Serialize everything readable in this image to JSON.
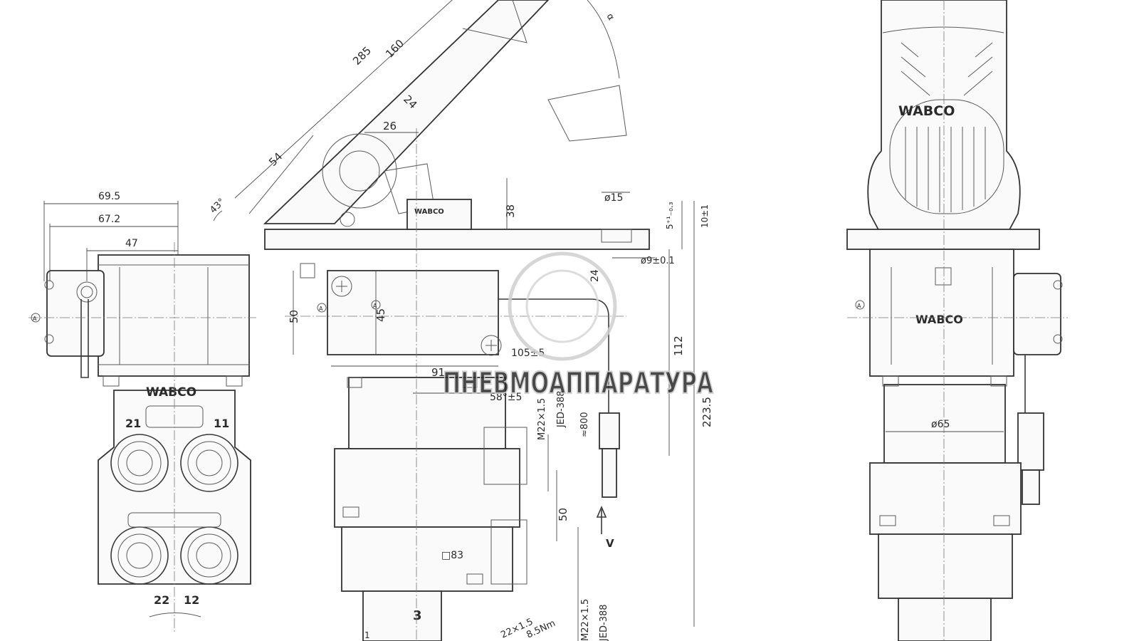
{
  "brand": {
    "label": "WABCO"
  },
  "watermark": {
    "text": "ПНЕВМОАППАРАТУРА"
  },
  "ports": {
    "p21": "21",
    "p11": "11",
    "p22": "22",
    "p12": "12",
    "p3": "3"
  },
  "dimensions": {
    "d69_5": "69.5",
    "d67_2": "67.2",
    "d47": "47",
    "d285": "285",
    "d160": "160",
    "d24a": "24",
    "d26": "26",
    "d54": "54",
    "d43": "43°",
    "d38": "38",
    "d15": "ø15",
    "d5": "5⁺¹₋₀.₃",
    "d10": "10±1",
    "d9": "ø9±0.1",
    "d24b": "24",
    "d50a": "50",
    "d45": "45",
    "d105": "105±5",
    "d112": "112",
    "d91": "91",
    "d58": "58°±5",
    "m22a": "M22×1.5",
    "jed_a": "JED-388",
    "d800": "≈800",
    "d223": "223.5",
    "d50b": "50",
    "d83": "□83",
    "v": "V",
    "m22b": "M22×1.5",
    "jed_b": "JED-388",
    "torque": "8.5Nm",
    "m22c": "22×1.5",
    "d65": "ø65",
    "alpha": "α",
    "ref_a": "A",
    "one": "1"
  }
}
